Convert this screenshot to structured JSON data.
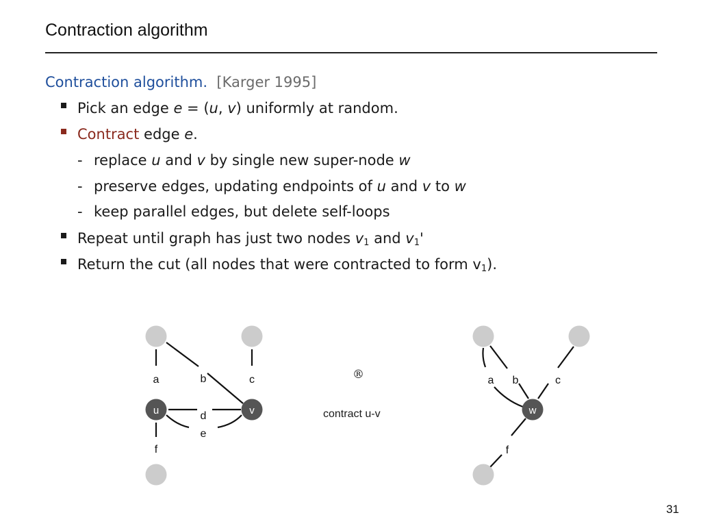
{
  "slide": {
    "title": "Contraction algorithm",
    "page_number": "31"
  },
  "intro": {
    "label": "Contraction algorithm.",
    "citation": "[Karger 1995]"
  },
  "bullets": {
    "pick": {
      "pre": "Pick an edge ",
      "e": "e",
      "eq": " = (",
      "u": "u",
      "comma": ", ",
      "v": "v",
      "post": ") uniformly at random."
    },
    "contract": {
      "word": "Contract",
      "mid": " edge ",
      "e": "e",
      "end": "."
    },
    "repeat": {
      "pre": "Repeat until graph has just two nodes ",
      "v1a": "v",
      "sub1a": "1",
      "and": " and ",
      "v1b": "v",
      "sub1b": "1",
      "tick": "'"
    },
    "return": {
      "pre": "Return the cut (all nodes that were contracted to form v",
      "sub": "1",
      "post": ")."
    }
  },
  "subbullets": {
    "replace": {
      "pre": "replace ",
      "u": "u",
      "and": " and ",
      "v": "v",
      "post": " by single new super-node ",
      "w": "w"
    },
    "preserve": {
      "pre": "preserve edges, updating endpoints of ",
      "u": "u",
      "and": " and ",
      "v": "v",
      "to": " to ",
      "w": "w"
    },
    "keep": {
      "text": "keep parallel edges, but delete self-loops"
    },
    "dash": "-"
  },
  "diagram": {
    "arrow_symbol": "®",
    "caption": "contract u-v",
    "left_graph": {
      "node_u": "u",
      "node_v": "v",
      "edge_labels": {
        "a": "a",
        "b": "b",
        "c": "c",
        "d": "d",
        "e": "e",
        "f": "f"
      }
    },
    "right_graph": {
      "node_w": "w",
      "edge_labels": {
        "a": "a",
        "b": "b",
        "c": "c",
        "f": "f"
      }
    }
  },
  "colors": {
    "title_blue": "#1f4f9c",
    "contract_red": "#8a2a1e",
    "node_light": "#cccccc",
    "node_dark": "#555555"
  }
}
